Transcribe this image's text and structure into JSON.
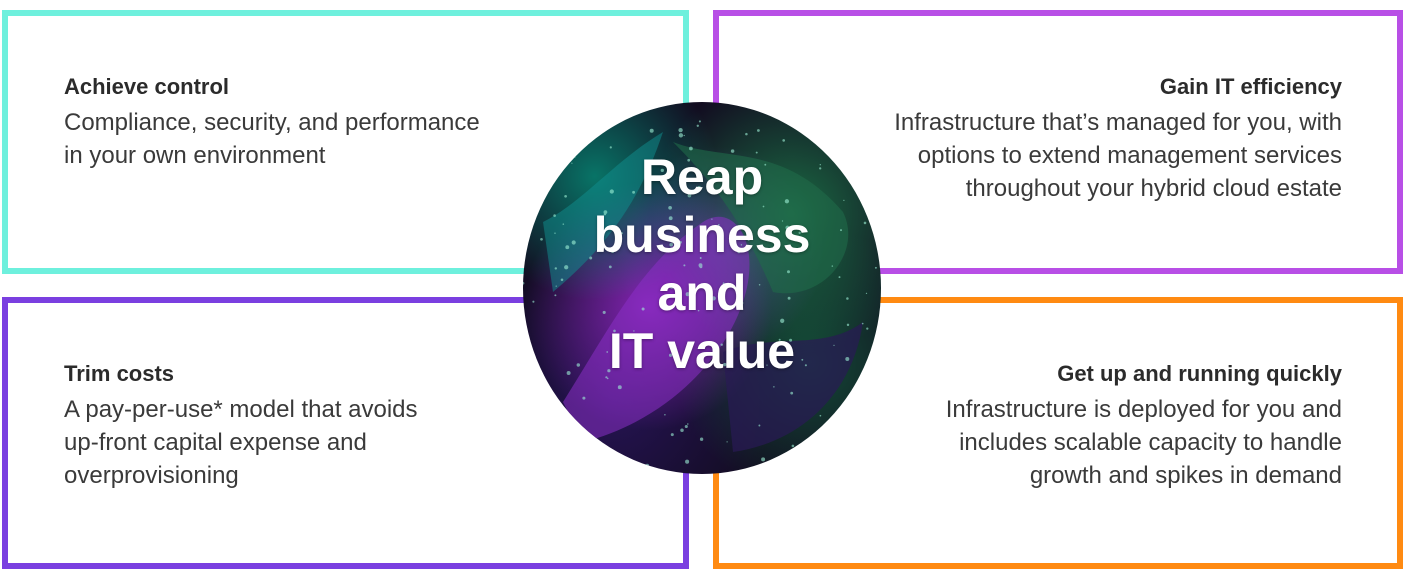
{
  "colors": {
    "teal": "#6ef0dd",
    "magenta_purple": "#b84fe6",
    "violet": "#7a3fe0",
    "orange": "#ff8a12"
  },
  "center": {
    "lines": [
      "Reap",
      "business",
      "and",
      "IT value"
    ]
  },
  "panels": {
    "top_left": {
      "title": "Achieve control",
      "lines": [
        "Compliance, security, and performance",
        "in your own environment"
      ]
    },
    "top_right": {
      "title": "Gain IT efficiency",
      "lines": [
        "Infrastructure that’s managed for you, with",
        "options to extend management services",
        "throughout your hybrid cloud estate"
      ]
    },
    "bottom_left": {
      "title": "Trim costs",
      "lines": [
        "A pay-per-use* model that avoids",
        "up-front capital expense and",
        "overprovisioning"
      ]
    },
    "bottom_right": {
      "title": "Get up and running quickly",
      "lines": [
        "Infrastructure is deployed for you and",
        "includes scalable capacity to handle",
        "growth and spikes in demand"
      ]
    }
  }
}
